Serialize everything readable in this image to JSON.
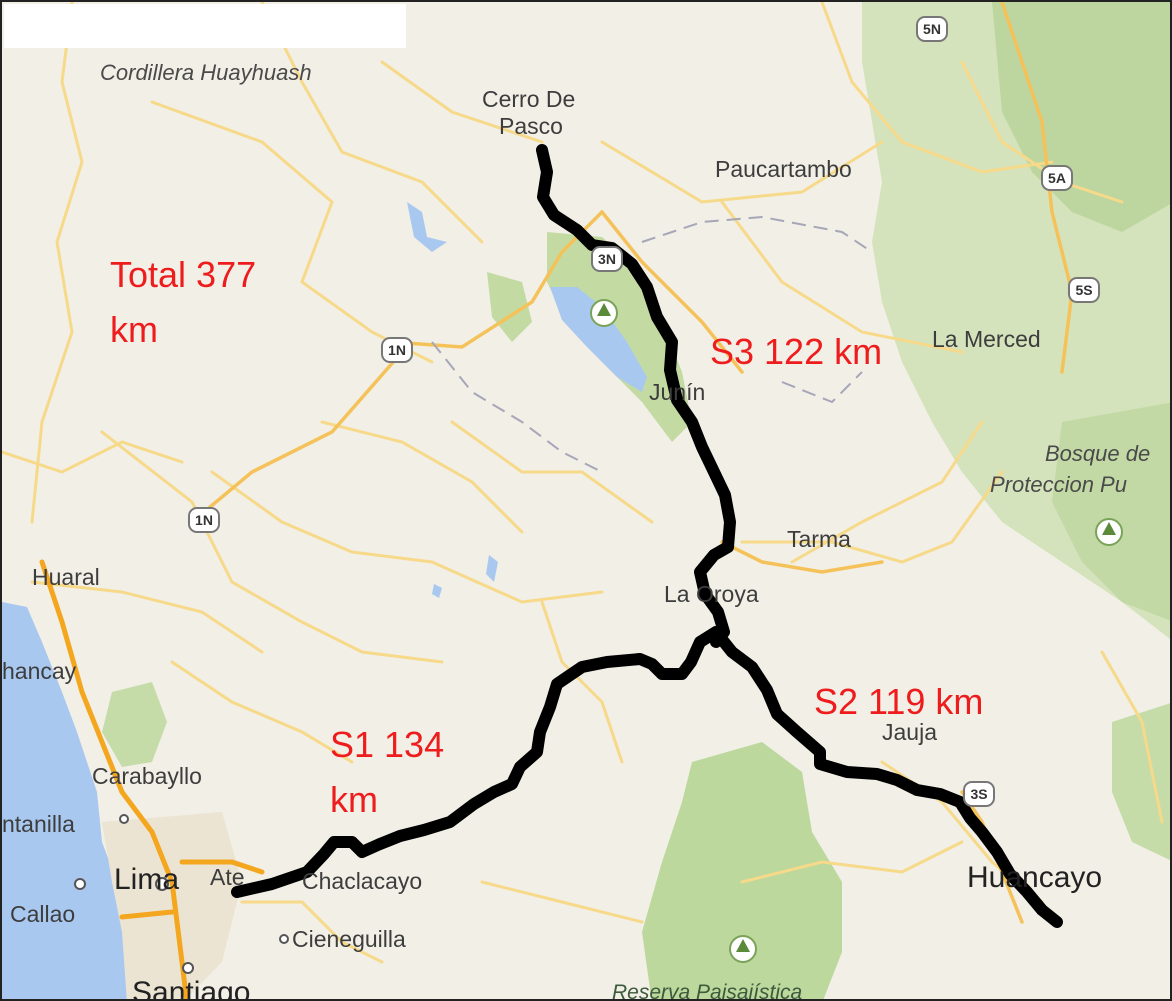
{
  "map": {
    "places": {
      "cordillera": "Cordillera Huayhuash",
      "cerro_1": "Cerro De",
      "cerro_2": "Pasco",
      "paucartambo": "Paucartambo",
      "la_merced": "La Merced",
      "junin": "Junín",
      "bosque_1": "Bosque de",
      "bosque_2": "Proteccion Pu",
      "tarma": "Tarma",
      "la_oroya": "La Oroya",
      "huaral": "Huaral",
      "huacho_partial": "hancay",
      "carabayllo": "Carabayllo",
      "ventanilla_partial": "ntanilla",
      "lima": "Lima",
      "ate": "Ate",
      "chaclacayo": "Chaclacayo",
      "callao": "Callao",
      "cieneguilla": "Cieneguilla",
      "santiago": "Santiago",
      "reserva": "Reserva Paisajística",
      "jauja": "Jauja",
      "huancayo": "Huancayo"
    },
    "shields": {
      "r5n": "5N",
      "r5a": "5A",
      "r5s_top": "5S",
      "r1n_a": "1N",
      "r1n_b": "1N",
      "r3n": "3N",
      "r3s": "3S"
    },
    "annotations": {
      "total_1": "Total 377",
      "total_2": "km",
      "s3": "S3 122 km",
      "s2": "S2 119 km",
      "s1_1": "S1 134",
      "s1_2": "km"
    },
    "colors": {
      "annotation": "#ee1c1c",
      "route": "#000000",
      "road_major": "#f3a61e",
      "road_minor": "#f7d98a",
      "water": "#a9c8f0",
      "park": "#b9d79b"
    }
  }
}
